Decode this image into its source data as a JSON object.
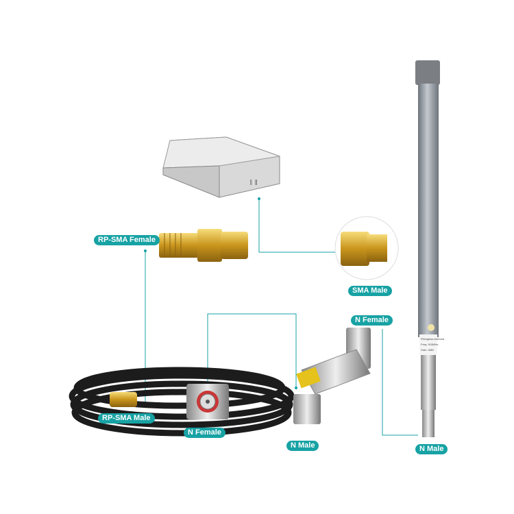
{
  "labels": {
    "rp_sma_female": "RP-SMA Female",
    "sma_male": "SMA Male",
    "n_female_top": "N Female",
    "rp_sma_male": "RP-SMA Male",
    "n_female_cable": "N Female",
    "n_male_arrestor": "N Male",
    "n_male_antenna": "N Male"
  },
  "colors": {
    "accent": "#17a2a4",
    "gold": "#d4a62a",
    "cable": "#1c1c1c",
    "antenna": "#8e959e"
  }
}
